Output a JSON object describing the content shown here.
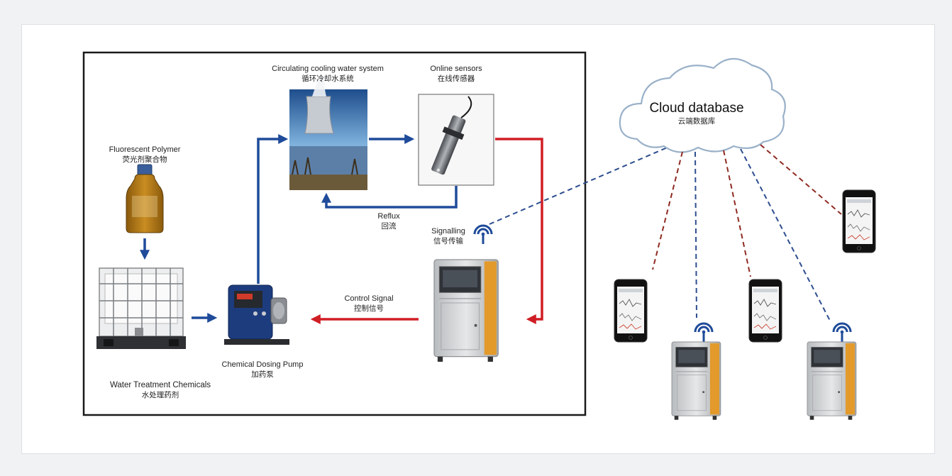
{
  "labels": {
    "fluorescent_en": "Fluorescent Polymer",
    "fluorescent_cn": "荧光剂聚合物",
    "cooling_en": "Circulating cooling water system",
    "cooling_cn": "循环冷却水系统",
    "sensors_en": "Online sensors",
    "sensors_cn": "在线传感器",
    "reflux_en": "Reflux",
    "reflux_cn": "回流",
    "signalling_en": "Signalling",
    "signalling_cn": "信号传输",
    "control_en": "Control Signal",
    "control_cn": "控制信号",
    "pump_en": "Chemical Dosing Pump",
    "pump_cn": "加药泵",
    "chemicals_en": "Water Treatment Chemicals",
    "chemicals_cn": "水处理药剂",
    "cloud_en": "Cloud database",
    "cloud_cn": "云端数据库"
  },
  "colors": {
    "blue_arrow": "#1f4b9a",
    "red_arrow": "#d01e25",
    "dash_blue": "#2d4e8f",
    "dash_red": "#8e2b22"
  },
  "icons": [
    "bottle-icon",
    "ibc-tank-icon",
    "dosing-pump-icon",
    "cooling-tower-photo",
    "sensor-probe-icon",
    "controller-cabinet-icon",
    "signal-icon",
    "cloud-icon",
    "smartphone-icon"
  ]
}
